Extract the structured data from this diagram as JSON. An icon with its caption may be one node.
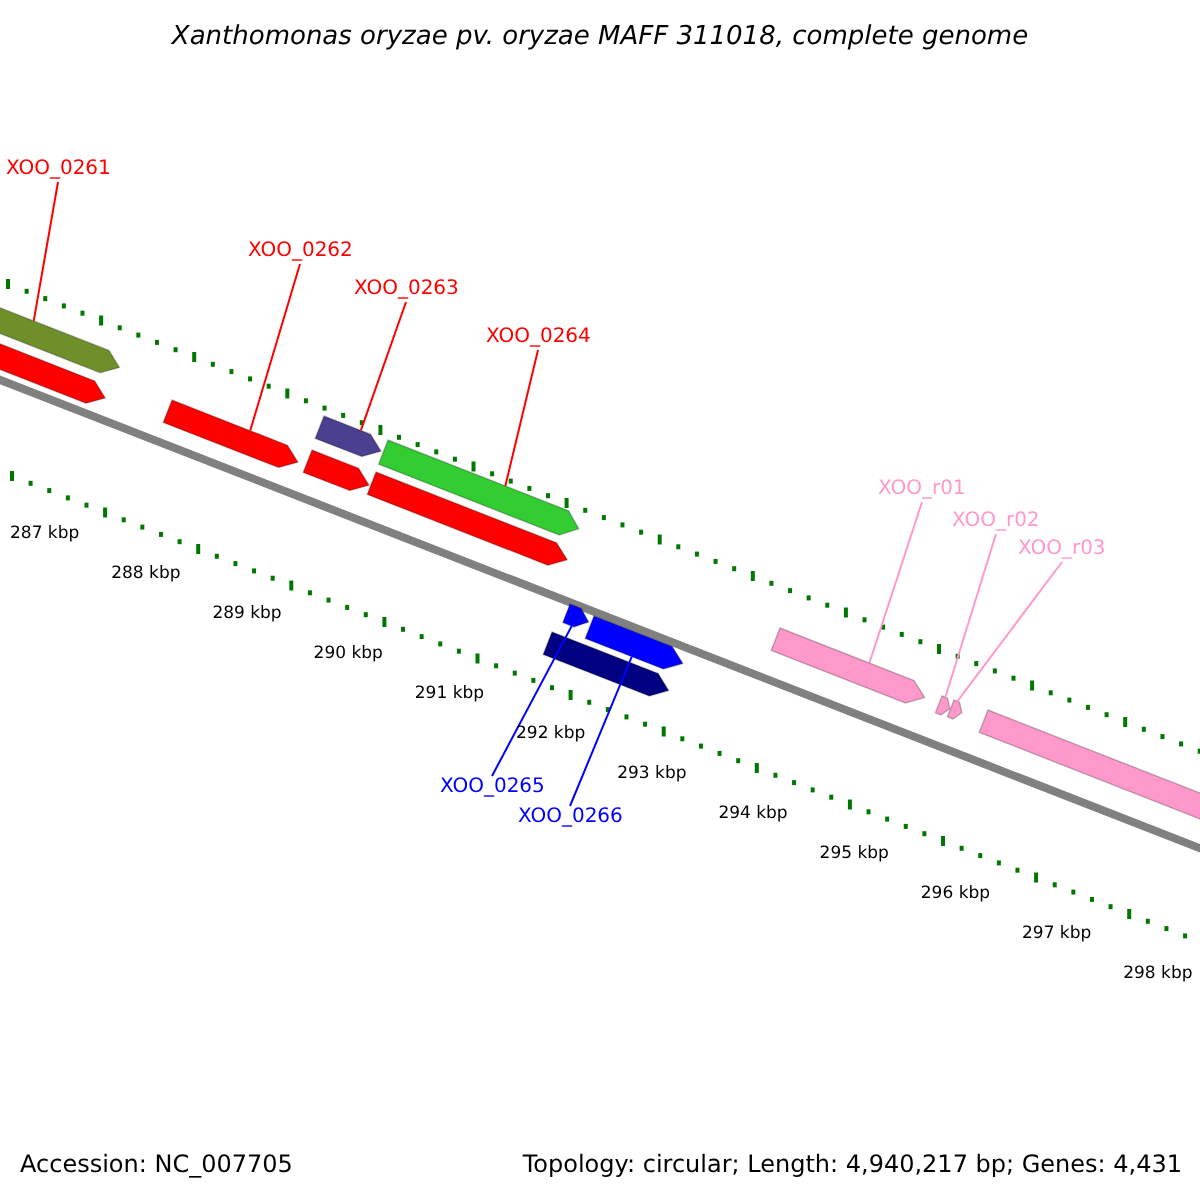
{
  "diagram": {
    "title": "Xanthomonas oryzae pv. oryzae MAFF 311018, complete genome",
    "nodes": [
      {
        "text": [
          "XOO_0261"
        ]
      },
      {
        "text": [
          "XOO_0262"
        ]
      },
      {
        "text": [
          "XOO_0263"
        ]
      },
      {
        "text": [
          "XOO_0264"
        ]
      },
      {
        "text": [
          "XOO_r01"
        ]
      },
      {
        "text": [
          "XOO_r02"
        ]
      },
      {
        "text": [
          "XOO_r03"
        ]
      },
      {
        "text": [
          "XOO_0265"
        ]
      },
      {
        "text": [
          "XOO_0266"
        ]
      },
      {
        "text": [],
        "shape": "bar"
      },
      {
        "text": [],
        "shape": "bar"
      },
      {
        "text": [],
        "shape": "bar"
      },
      {
        "text": [],
        "shape": "bar"
      },
      {
        "text": [],
        "shape": "bar"
      },
      {
        "text": [],
        "shape": "bar"
      },
      {
        "text": [],
        "shape": "bar"
      },
      {
        "text": [],
        "shape": "bar"
      },
      {
        "text": [],
        "shape": "bar"
      },
      {
        "text": [],
        "shape": "bar"
      },
      {
        "text": [],
        "shape": "bar"
      },
      {
        "text": [],
        "shape": "bar"
      },
      {
        "text": [],
        "shape": "bar"
      },
      {
        "text": [],
        "shape": "bar"
      }
    ],
    "edges": [
      {
        "from": 0,
        "to": 9,
        "arrow": "none"
      },
      {
        "from": 1,
        "to": 10,
        "arrow": "none"
      },
      {
        "from": 2,
        "to": 11,
        "arrow": "none"
      },
      {
        "from": 3,
        "to": 12,
        "arrow": "none"
      },
      {
        "from": 4,
        "to": 13,
        "arrow": "none",
        "color": "#ff99cc"
      },
      {
        "from": 5,
        "to": 14,
        "arrow": "none",
        "color": "#ff99cc"
      },
      {
        "from": 6,
        "to": 15,
        "arrow": "none",
        "color": "#ff99cc"
      },
      {
        "from": 7,
        "to": 16,
        "arrow": "none",
        "color": "#0000ff"
      },
      {
        "from": 8,
        "to": 17,
        "arrow": "none",
        "color": "#0000ff"
      }
    ],
    "labels": [
      "287 kbp",
      "288 kbp",
      "289 kbp",
      "290 kbp",
      "291 kbp",
      "292 kbp",
      "293 kbp",
      "294 kbp",
      "295 kbp",
      "296 kbp",
      "297 kbp",
      "298 kbp",
      "Accession: NC_007705",
      "Topology: circular; Length: 4,940,217 bp; Genes: 4,431"
    ]
  }
}
